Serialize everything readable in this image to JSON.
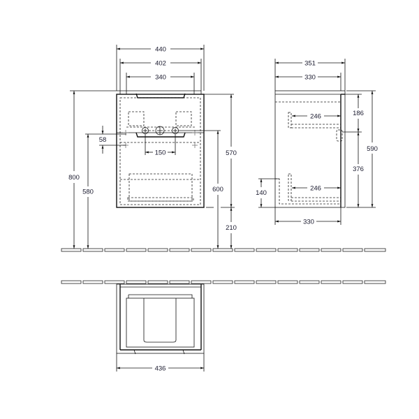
{
  "drawing": {
    "type": "technical dimension drawing",
    "views": [
      "front-view",
      "side-view",
      "top-view"
    ],
    "units": "mm",
    "line_color": "#111111",
    "text_color": "#1a1a2e"
  },
  "front_view": {
    "dimensions": {
      "overall_width": "440",
      "inner_width": "402",
      "basin_width": "340",
      "tap_hole_spacing": "150",
      "drain_offset": "58",
      "height_to_top": "800",
      "height_to_drain": "580",
      "cabinet_height": "570",
      "height_to_waste": "600",
      "floor_clearance": "210"
    }
  },
  "side_view": {
    "dimensions": {
      "overall_depth": "351",
      "body_depth_top": "330",
      "drawer_depth_upper": "246",
      "drawer_depth_lower": "246",
      "upper_drawer_height": "186",
      "lower_drawer_height": "376",
      "overall_height": "590",
      "cutout_height": "140",
      "body_depth_bottom": "330"
    }
  },
  "top_view": {
    "dimensions": {
      "overall_width": "436"
    }
  }
}
